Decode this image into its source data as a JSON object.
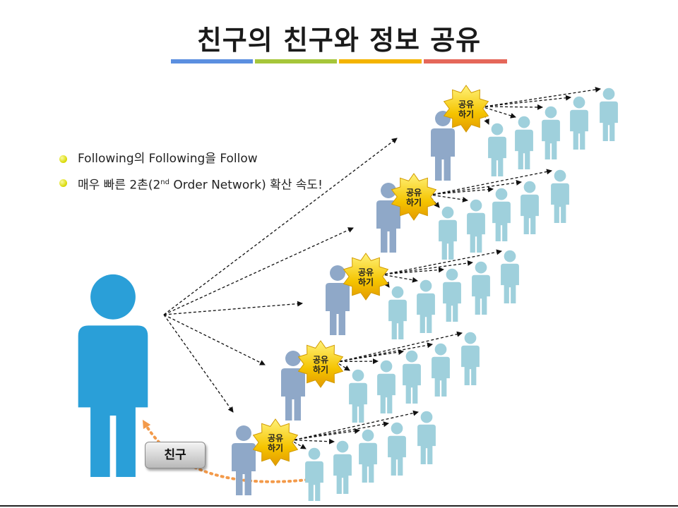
{
  "title": "친구의 친구와 정보 공유",
  "colors": {
    "bar_blue": "#5b8fe0",
    "bar_green": "#a6c63a",
    "bar_orange": "#f4b400",
    "bar_red": "#e5675a",
    "main_person": "#2a9fd8",
    "friend_person": "#8fa8c8",
    "follower_person": "#9fd0dc",
    "badge_star": "#f5c400",
    "dotted_curve": "#f39a4a"
  },
  "bullets": [
    {
      "text": "Following의 Following을 Follow"
    },
    {
      "prefix": "매우 빠른 2촌(2",
      "sup": "nd",
      "suffix": " Order Network) 확산 속도!"
    }
  ],
  "badge_label_line1": "공유",
  "badge_label_line2": "하기",
  "friend_button_label": "친구",
  "icons": [
    "person-icon",
    "star-badge-icon",
    "arrow-icon"
  ]
}
